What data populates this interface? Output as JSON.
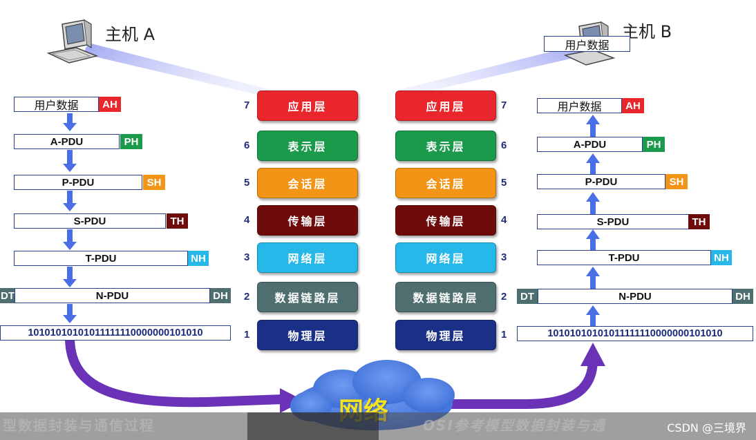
{
  "host_a_label": "主机 A",
  "host_b_label": "主机 B",
  "host_b_user_data": "用户数据",
  "layers": [
    {
      "num": "7",
      "name": "应用层",
      "color": "#e8262b"
    },
    {
      "num": "6",
      "name": "表示层",
      "color": "#1a9a4a"
    },
    {
      "num": "5",
      "name": "会话层",
      "color": "#f29415"
    },
    {
      "num": "4",
      "name": "传输层",
      "color": "#6e0c0c"
    },
    {
      "num": "3",
      "name": "网络层",
      "color": "#25b8e8"
    },
    {
      "num": "2",
      "name": "数据链路层",
      "color": "#4e6e70"
    },
    {
      "num": "1",
      "name": "物理层",
      "color": "#1a2f86"
    }
  ],
  "left_stack": {
    "user_data": "用户数据",
    "ah": "AH",
    "a_pdu": "A-PDU",
    "ph": "PH",
    "p_pdu": "P-PDU",
    "sh": "SH",
    "s_pdu": "S-PDU",
    "th": "TH",
    "t_pdu": "T-PDU",
    "nh": "NH",
    "dt": "DT",
    "n_pdu": "N-PDU",
    "dh": "DH",
    "bits": "10101010101011111110000000101010"
  },
  "right_stack": {
    "user_data": "用户数据",
    "ah": "AH",
    "a_pdu": "A-PDU",
    "ph": "PH",
    "p_pdu": "P-PDU",
    "sh": "SH",
    "s_pdu": "S-PDU",
    "th": "TH",
    "t_pdu": "T-PDU",
    "nh": "NH",
    "dt": "DT",
    "n_pdu": "N-PDU",
    "dh": "DH",
    "bits": "10101010101011111110000000101010"
  },
  "header_colors": {
    "ah": "#e8262b",
    "ph": "#1a9a4a",
    "sh": "#f29415",
    "th": "#6e0c0c",
    "nh": "#25b8e8",
    "dt": "#4e6e70",
    "dh": "#4e6e70"
  },
  "network_label": "网络",
  "caption_left": "型数据封装与通信过程",
  "caption_right": "OSI参考模型数据封装与通",
  "watermark": "CSDN @三境界"
}
